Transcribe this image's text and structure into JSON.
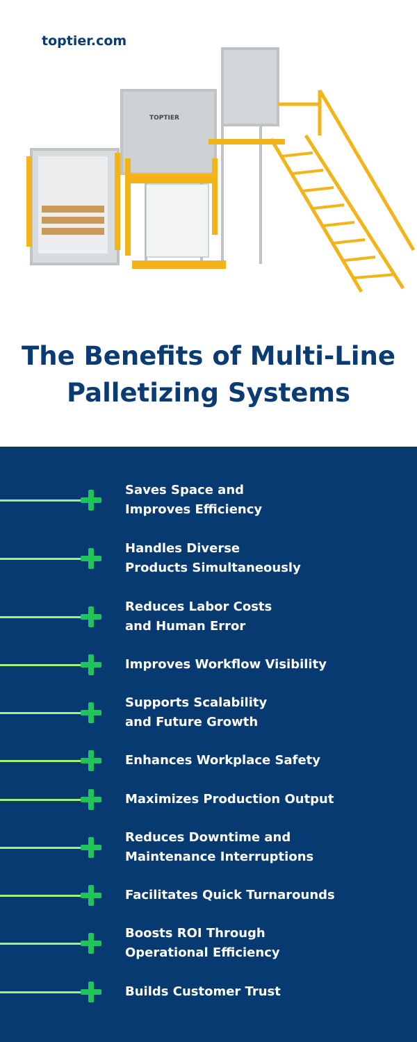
{
  "brand": "toptier.com",
  "machine": {
    "label": "TOPTIER"
  },
  "title": {
    "line1": "The Benefits of Multi-Line",
    "line2": "Palletizing Systems"
  },
  "colors": {
    "navy": "#073a70",
    "title": "#0b3b73",
    "line": "#a6f07a",
    "plus": "#1fc45a",
    "machine_yellow": "#f2b419"
  },
  "benefits": [
    {
      "line1": "Saves Space and",
      "line2": "Improves Efficiency",
      "icon": "plus-icon"
    },
    {
      "line1": "Handles Diverse",
      "line2": "Products Simultaneously",
      "icon": "plus-icon"
    },
    {
      "line1": "Reduces Labor Costs",
      "line2": "and Human Error",
      "icon": "plus-icon"
    },
    {
      "line1": "Improves Workflow Visibility",
      "icon": "plus-icon"
    },
    {
      "line1": "Supports Scalability",
      "line2": "and Future Growth",
      "icon": "plus-icon"
    },
    {
      "line1": "Enhances Workplace Safety",
      "icon": "plus-icon"
    },
    {
      "line1": "Maximizes Production Output",
      "icon": "plus-icon"
    },
    {
      "line1": "Reduces Downtime and",
      "line2": "Maintenance Interruptions",
      "icon": "plus-icon"
    },
    {
      "line1": "Facilitates Quick Turnarounds",
      "icon": "plus-icon"
    },
    {
      "line1": "Boosts ROI Through",
      "line2": "Operational Efficiency",
      "icon": "plus-icon"
    },
    {
      "line1": "Builds Customer Trust",
      "icon": "plus-icon"
    }
  ]
}
